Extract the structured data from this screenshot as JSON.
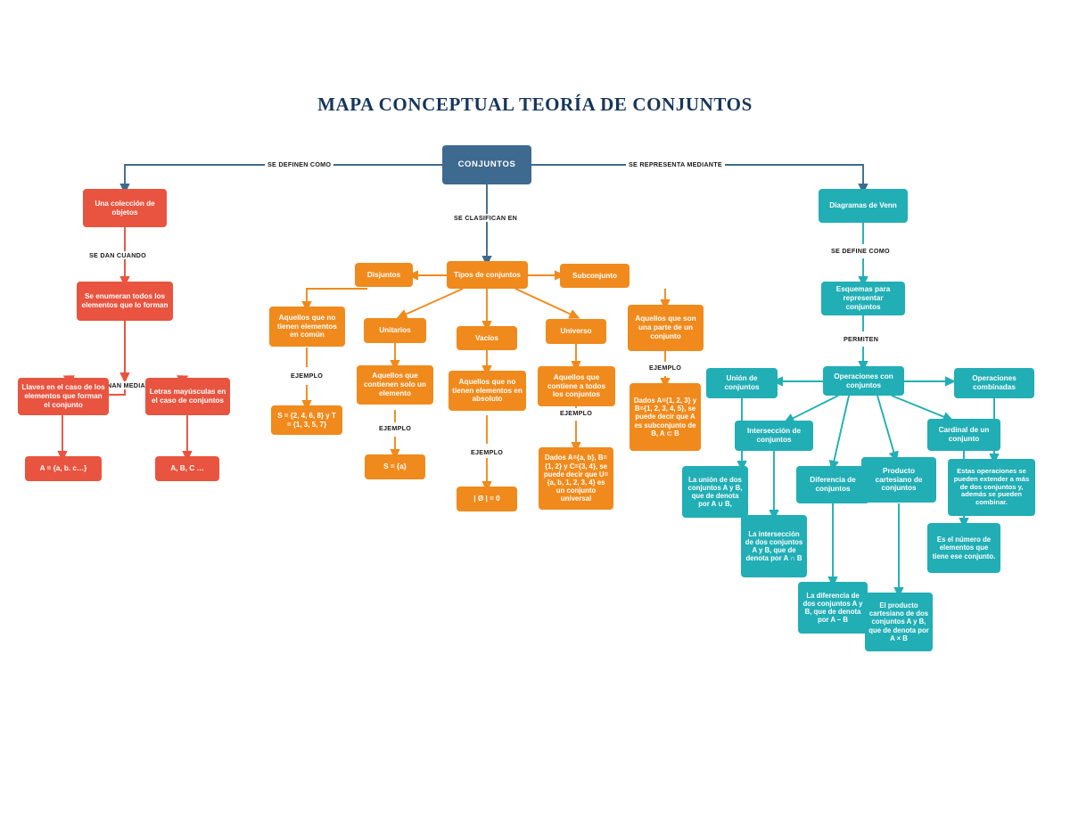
{
  "title": "MAPA CONCEPTUAL TEORÍA DE CONJUNTOS",
  "palette": {
    "blue": "#3d6a8e",
    "red": "#e8543f",
    "orange": "#f08a1c",
    "teal": "#21aeb5",
    "title_color": "#16365c",
    "background": "#ffffff"
  },
  "root": {
    "label": "CONJUNTOS"
  },
  "connectors": [
    {
      "id": "se-definen-como",
      "label": "SE DEFINEN COMO"
    },
    {
      "id": "se-representa-mediante",
      "label": "SE REPRESENTA MEDIANTE"
    },
    {
      "id": "se-clasifican-en",
      "label": "SE CLASIFICAN EN"
    },
    {
      "id": "se-dan-cuando",
      "label": "SE DAN CUANDO"
    },
    {
      "id": "se-designan-mediante",
      "label": "SE DESIGNAN MEDIANTE"
    },
    {
      "id": "se-define-como",
      "label": "SE DEFINE COMO"
    },
    {
      "id": "permiten",
      "label": "PERMITEN"
    },
    {
      "id": "ejemplo-disjuntos",
      "label": "EJEMPLO"
    },
    {
      "id": "ejemplo-unitarios",
      "label": "EJEMPLO"
    },
    {
      "id": "ejemplo-vacios",
      "label": "EJEMPLO"
    },
    {
      "id": "ejemplo-universo",
      "label": "EJEMPLO"
    },
    {
      "id": "ejemplo-subconjunto",
      "label": "EJEMPLO"
    }
  ],
  "branch_red": {
    "coleccion": "Una colección de objetos",
    "enumeran": "Se enumeran todos los elementos que lo forman",
    "llaves": "Llaves en el caso de los elementos que forman el conjunto",
    "letras": "Letras mayúsculas en el caso de conjuntos",
    "ejemplo_llaves": "A = {a, b. c…}",
    "ejemplo_letras": "A, B, C …"
  },
  "branch_orange": {
    "tipos": "Tipos de conjuntos",
    "disjuntos": "Disjuntos",
    "disjuntos_def": "Aquellos que no tienen elementos en común",
    "disjuntos_ej": "S = {2, 4, 6, 8} y T = {1, 3, 5, 7}",
    "unitarios": "Unitarios",
    "unitarios_def": "Aquellos que contienen solo un elemento",
    "unitarios_ej": "S = {a}",
    "vacios": "Vacíos",
    "vacios_def": "Aquellos que no tienen elementos en absoluto",
    "vacios_ej": "| Ø | = 0",
    "universo": "Universo",
    "universo_def": "Aquellos que contiene a todos los conjuntos",
    "universo_ej": "Dados A={a, b}, B={1, 2} y C={3, 4}, se puede decir que U={a, b, 1, 2, 3, 4} es un conjunto universal",
    "subconjunto": "Subconjunto",
    "subconjunto_def": "Aquellos que son una parte de un conjunto",
    "subconjunto_ej": "Dados A={1, 2, 3} y B={1, 2, 3, 4, 5}, se puede decir que A es subconjunto de B, A ⊂ B"
  },
  "branch_teal": {
    "venn": "Diagramas de Venn",
    "esquemas": "Esquemas para representar conjuntos",
    "operaciones": "Operaciones con conjuntos",
    "union": "Unión de conjuntos",
    "union_def": "La unión de dos conjuntos A y B, que de denota por A ∪ B,",
    "interseccion": "Intersección de conjuntos",
    "interseccion_def": "La intersección de dos conjuntos A y B, que de denota por A ∩ B",
    "diferencia": "Diferencia de conjuntos",
    "diferencia_def": "La diferencia de dos conjuntos A y B, que de denota por A – B",
    "producto": "Producto cartesiano de conjuntos",
    "producto_def": "El producto cartesiano de dos conjuntos A y B, que de denota por A × B",
    "cardinal": "Cardinal de un conjunto",
    "cardinal_def": "Es el número de elementos que tiene ese conjunto.",
    "combinadas": "Operaciones combinadas",
    "combinadas_def": "Estas operaciones se pueden extender a más de dos conjuntos y, además se pueden combinar."
  }
}
